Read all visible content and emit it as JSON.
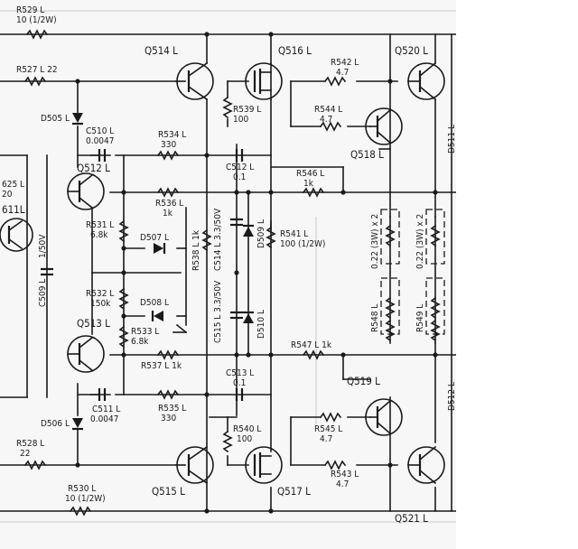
{
  "labels": {
    "r529": "R529 L",
    "r529v": "10 (1/2W)",
    "r527": "R527 L  22",
    "d505": "D505 L",
    "c510": "C510 L",
    "c510v": "0.0047",
    "q512": "Q512 L",
    "r525": "625 L",
    "r525v": "20",
    "q511": "611L",
    "c509": "C509 L",
    "c509v": "1/50V",
    "q514": "Q514 L",
    "q516": "Q516 L",
    "r539": "R539 L",
    "r539v": "100",
    "r534": "R534 L",
    "r534v": "330",
    "c512": "C512 L",
    "c512v": "0.1",
    "r536": "R536 L",
    "r536v": "1k",
    "r531": "R531 L",
    "r531v": "6.8k",
    "d507": "D507 L",
    "r538": "R538 L  1k",
    "c514": "C514 L  3.3/50V",
    "d509": "D509 L",
    "r541": "R541 L",
    "r541v": "100 (1/2W)",
    "r542": "R542 L",
    "r542v": "4.7",
    "q520": "Q520 L",
    "r544": "R544 L",
    "r544v": "4.7",
    "q518": "Q518 L",
    "r546": "R546 L",
    "r546v": "1k",
    "d511": "D511 L",
    "r548": "R548 L",
    "r548v": "0.22 (3W) x 2",
    "r549": "R549 L",
    "r549v": "0.22 (3W) x 2",
    "r532": "R532 L",
    "r532v": "150k",
    "d508": "D508 L",
    "q513": "Q513 L",
    "r533": "R533 L",
    "r533v": "6.8k",
    "c515": "C515 L  3.3/50V",
    "d510": "D510 L",
    "r537": "R537 L  1k",
    "r547": "R547 L  1k",
    "c513": "C513 L",
    "c513v": "0.1",
    "q519": "Q519 L",
    "c511": "C511 L",
    "c511v": "0.0047",
    "r535": "R535 L",
    "r535v": "330",
    "d506": "D506 L",
    "r540": "R540 L",
    "r540v": "100",
    "r545": "R545 L",
    "r545v": "4.7",
    "d512": "D512 L",
    "r528": "R528 L",
    "r528v": "22",
    "q515": "Q515 L",
    "r530": "R530 L",
    "r530v": "10 (1/2W)",
    "q517": "Q517 L",
    "r543": "R543 L",
    "r543v": "4.7",
    "q521": "Q521 L"
  }
}
